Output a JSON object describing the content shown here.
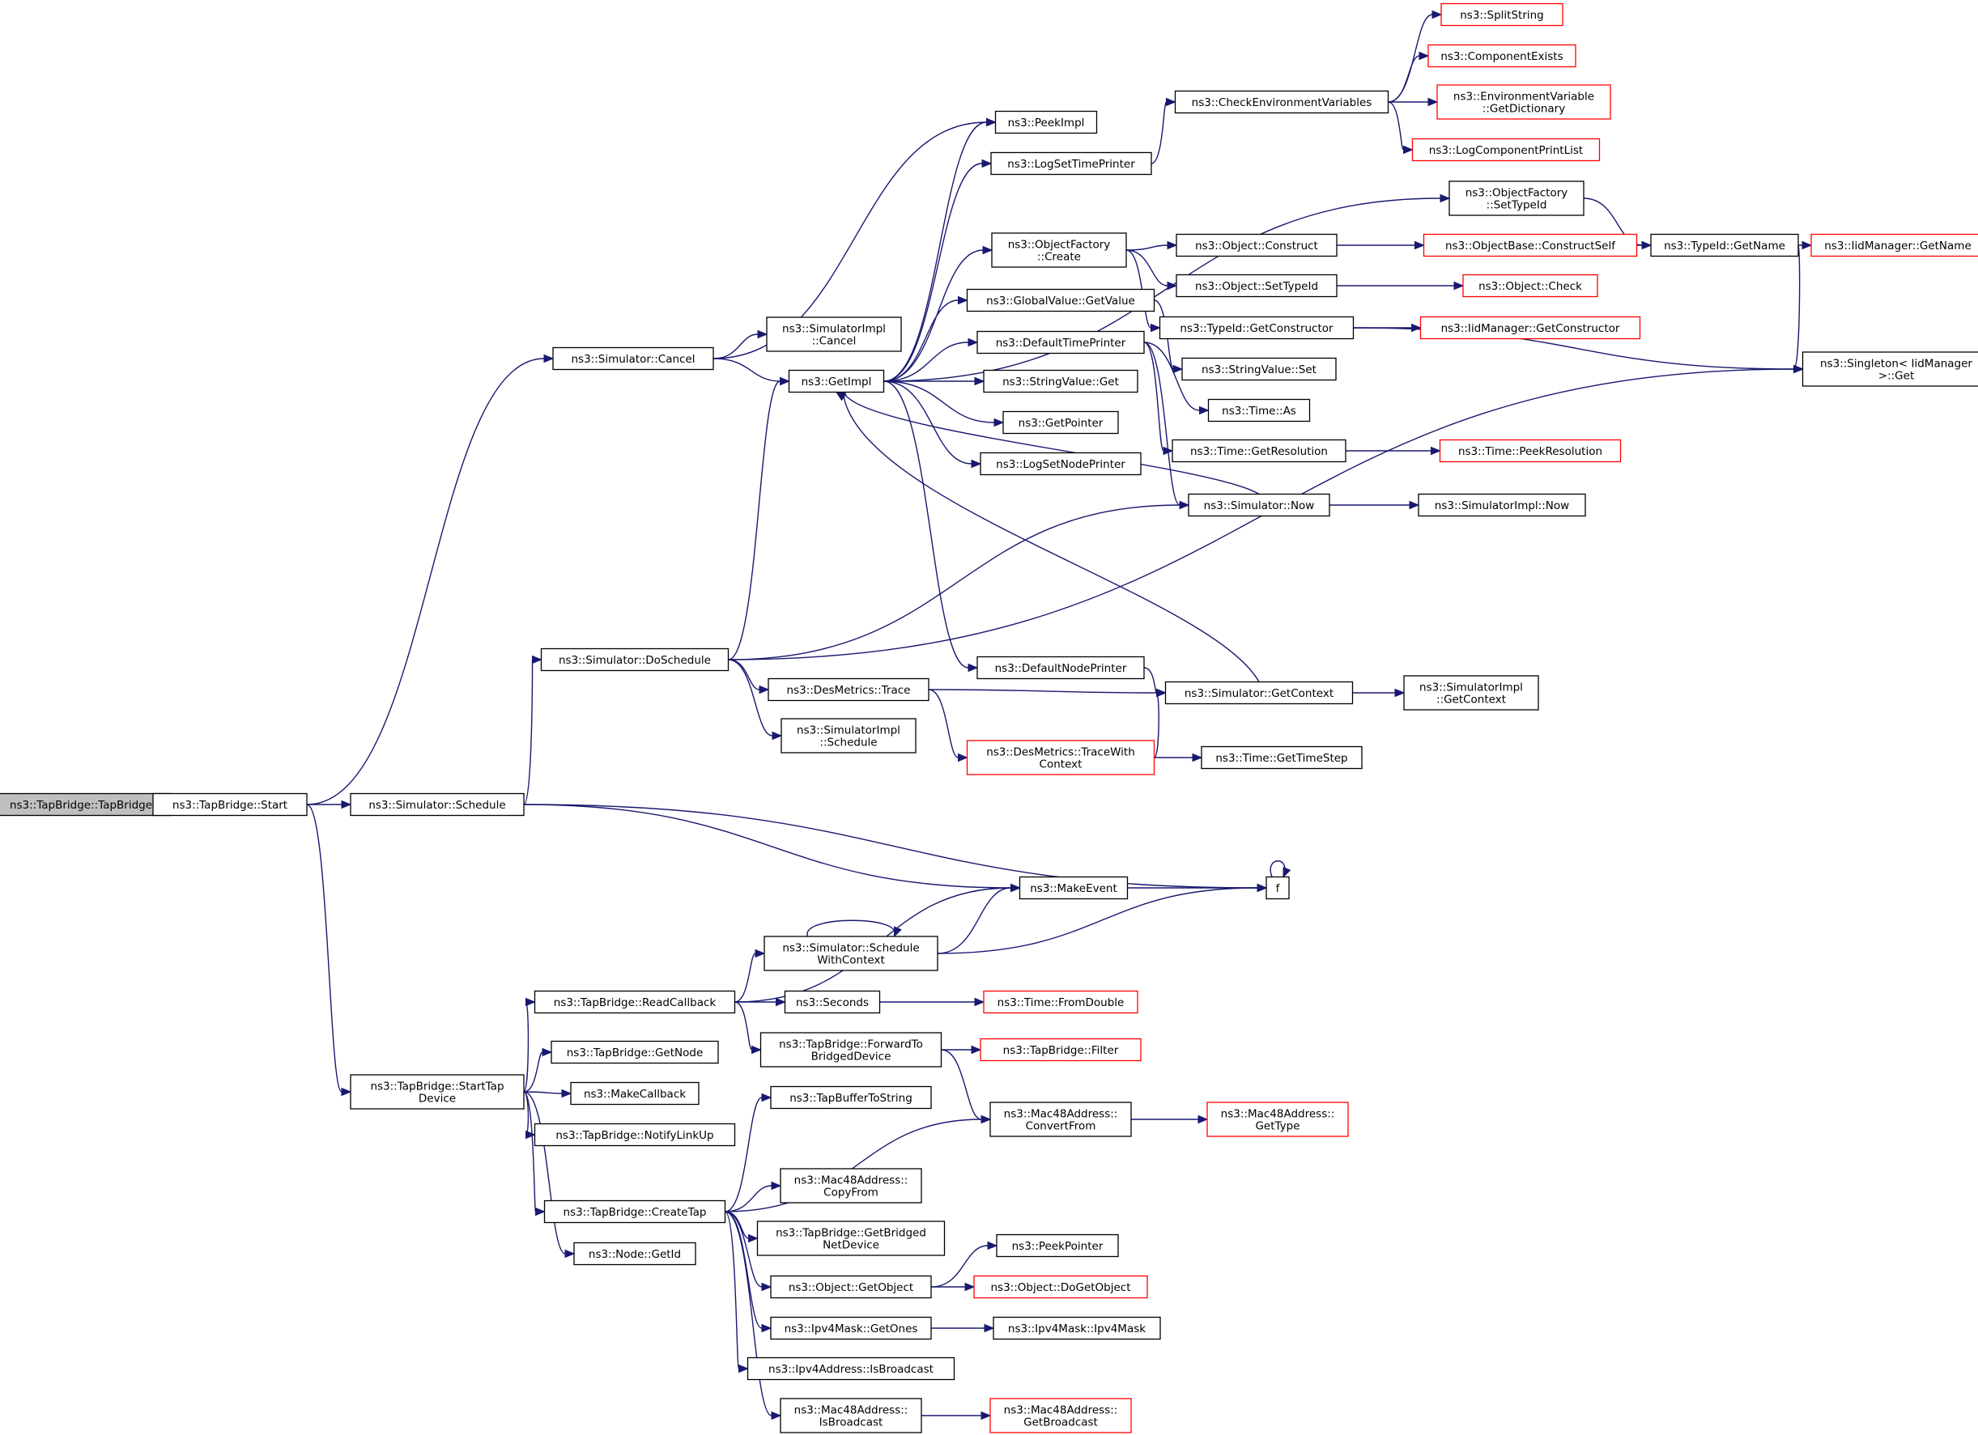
{
  "graph": {
    "title": "Call graph of ns3::TapBridge::TapBridge",
    "root": "ns3::TapBridge::TapBridge",
    "colors": {
      "edge": "#191970",
      "root_fill": "#bfbfbf",
      "node_border": "#000000",
      "truncated_border": "#ff0000"
    },
    "nodes": [
      {
        "id": "tapbridge",
        "lines": [
          "ns3::TapBridge::TapBridge"
        ],
        "style": "root"
      },
      {
        "id": "start",
        "lines": [
          "ns3::TapBridge::Start"
        ]
      },
      {
        "id": "sim_cancel",
        "lines": [
          "ns3::Simulator::Cancel"
        ]
      },
      {
        "id": "sim_schedule",
        "lines": [
          "ns3::Simulator::Schedule"
        ]
      },
      {
        "id": "starttap",
        "lines": [
          "ns3::TapBridge::StartTap",
          "Device"
        ]
      },
      {
        "id": "peekimpl",
        "lines": [
          "ns3::PeekImpl"
        ]
      },
      {
        "id": "simimpl_cancel",
        "lines": [
          "ns3::SimulatorImpl",
          "::Cancel"
        ]
      },
      {
        "id": "getimpl",
        "lines": [
          "ns3::GetImpl"
        ]
      },
      {
        "id": "logsettime",
        "lines": [
          "ns3::LogSetTimePrinter"
        ]
      },
      {
        "id": "checkenv",
        "lines": [
          "ns3::CheckEnvironmentVariables"
        ]
      },
      {
        "id": "splitstring",
        "lines": [
          "ns3::SplitString"
        ],
        "style": "red"
      },
      {
        "id": "compexists",
        "lines": [
          "ns3::ComponentExists"
        ],
        "style": "red"
      },
      {
        "id": "envvar",
        "lines": [
          "ns3::EnvironmentVariable",
          "::GetDictionary"
        ],
        "style": "red"
      },
      {
        "id": "logcompprint",
        "lines": [
          "ns3::LogComponentPrintList"
        ],
        "style": "red"
      },
      {
        "id": "of_settypeid",
        "lines": [
          "ns3::ObjectFactory",
          "::SetTypeId"
        ]
      },
      {
        "id": "of_create",
        "lines": [
          "ns3::ObjectFactory",
          "::Create"
        ]
      },
      {
        "id": "obj_construct",
        "lines": [
          "ns3::Object::Construct"
        ]
      },
      {
        "id": "objbase_constructself",
        "lines": [
          "ns3::ObjectBase::ConstructSelf"
        ],
        "style": "red"
      },
      {
        "id": "typeid_getname",
        "lines": [
          "ns3::TypeId::GetName"
        ]
      },
      {
        "id": "iid_getname",
        "lines": [
          "ns3::IidManager::GetName"
        ],
        "style": "red"
      },
      {
        "id": "obj_settypeid",
        "lines": [
          "ns3::Object::SetTypeId"
        ]
      },
      {
        "id": "obj_check",
        "lines": [
          "ns3::Object::Check"
        ],
        "style": "red"
      },
      {
        "id": "globalvalue",
        "lines": [
          "ns3::GlobalValue::GetValue"
        ]
      },
      {
        "id": "typeid_getconstructor",
        "lines": [
          "ns3::TypeId::GetConstructor"
        ]
      },
      {
        "id": "iid_getconstructor",
        "lines": [
          "ns3::IidManager::GetConstructor"
        ],
        "style": "red"
      },
      {
        "id": "singleton",
        "lines": [
          "ns3::Singleton< IidManager",
          ">::Get"
        ]
      },
      {
        "id": "deftimeprinter",
        "lines": [
          "ns3::DefaultTimePrinter"
        ]
      },
      {
        "id": "stringvalue_set",
        "lines": [
          "ns3::StringValue::Set"
        ]
      },
      {
        "id": "stringvalue_get",
        "lines": [
          "ns3::StringValue::Get"
        ]
      },
      {
        "id": "time_as",
        "lines": [
          "ns3::Time::As"
        ]
      },
      {
        "id": "getpointer",
        "lines": [
          "ns3::GetPointer"
        ]
      },
      {
        "id": "time_getres",
        "lines": [
          "ns3::Time::GetResolution"
        ]
      },
      {
        "id": "time_peekres",
        "lines": [
          "ns3::Time::PeekResolution"
        ],
        "style": "red"
      },
      {
        "id": "logsetnode",
        "lines": [
          "ns3::LogSetNodePrinter"
        ]
      },
      {
        "id": "sim_now",
        "lines": [
          "ns3::Simulator::Now"
        ]
      },
      {
        "id": "simimpl_now",
        "lines": [
          "ns3::SimulatorImpl::Now"
        ]
      },
      {
        "id": "sim_doschedule",
        "lines": [
          "ns3::Simulator::DoSchedule"
        ]
      },
      {
        "id": "defnodeprinter",
        "lines": [
          "ns3::DefaultNodePrinter"
        ]
      },
      {
        "id": "desmetrics_trace",
        "lines": [
          "ns3::DesMetrics::Trace"
        ]
      },
      {
        "id": "sim_getcontext",
        "lines": [
          "ns3::Simulator::GetContext"
        ]
      },
      {
        "id": "simimpl_getcontext",
        "lines": [
          "ns3::SimulatorImpl",
          "::GetContext"
        ]
      },
      {
        "id": "simimpl_schedule",
        "lines": [
          "ns3::SimulatorImpl",
          "::Schedule"
        ]
      },
      {
        "id": "desmetrics_tracewith",
        "lines": [
          "ns3::DesMetrics::TraceWith",
          "Context"
        ],
        "style": "red"
      },
      {
        "id": "time_gettimestep",
        "lines": [
          "ns3::Time::GetTimeStep"
        ]
      },
      {
        "id": "makeevent",
        "lines": [
          "ns3::MakeEvent"
        ]
      },
      {
        "id": "f",
        "lines": [
          "f"
        ]
      },
      {
        "id": "sim_schedwithctx",
        "lines": [
          "ns3::Simulator::Schedule",
          "WithContext"
        ]
      },
      {
        "id": "readcallback",
        "lines": [
          "ns3::TapBridge::ReadCallback"
        ]
      },
      {
        "id": "seconds",
        "lines": [
          "ns3::Seconds"
        ]
      },
      {
        "id": "time_fromdouble",
        "lines": [
          "ns3::Time::FromDouble"
        ],
        "style": "red"
      },
      {
        "id": "forwardto",
        "lines": [
          "ns3::TapBridge::ForwardTo",
          "BridgedDevice"
        ]
      },
      {
        "id": "tb_filter",
        "lines": [
          "ns3::TapBridge::Filter"
        ],
        "style": "red"
      },
      {
        "id": "tb_getnode",
        "lines": [
          "ns3::TapBridge::GetNode"
        ]
      },
      {
        "id": "makecallback",
        "lines": [
          "ns3::MakeCallback"
        ]
      },
      {
        "id": "tapbuffertostring",
        "lines": [
          "ns3::TapBufferToString"
        ]
      },
      {
        "id": "mac48_convertfrom",
        "lines": [
          "ns3::Mac48Address::",
          "ConvertFrom"
        ]
      },
      {
        "id": "mac48_gettype",
        "lines": [
          "ns3::Mac48Address::",
          "GetType"
        ],
        "style": "red"
      },
      {
        "id": "tb_notifylinkup",
        "lines": [
          "ns3::TapBridge::NotifyLinkUp"
        ]
      },
      {
        "id": "mac48_copyfrom",
        "lines": [
          "ns3::Mac48Address::",
          "CopyFrom"
        ]
      },
      {
        "id": "createtap",
        "lines": [
          "ns3::TapBridge::CreateTap"
        ]
      },
      {
        "id": "tb_getbridged",
        "lines": [
          "ns3::TapBridge::GetBridged",
          "NetDevice"
        ]
      },
      {
        "id": "node_getid",
        "lines": [
          "ns3::Node::GetId"
        ]
      },
      {
        "id": "peekpointer",
        "lines": [
          "ns3::PeekPointer"
        ]
      },
      {
        "id": "obj_getobject",
        "lines": [
          "ns3::Object::GetObject"
        ]
      },
      {
        "id": "obj_dogetobject",
        "lines": [
          "ns3::Object::DoGetObject"
        ],
        "style": "red"
      },
      {
        "id": "ipv4mask_getones",
        "lines": [
          "ns3::Ipv4Mask::GetOnes"
        ]
      },
      {
        "id": "ipv4mask_ipv4mask",
        "lines": [
          "ns3::Ipv4Mask::Ipv4Mask"
        ]
      },
      {
        "id": "ipv4addr_isbroadcast",
        "lines": [
          "ns3::Ipv4Address::IsBroadcast"
        ]
      },
      {
        "id": "mac48_isbroadcast",
        "lines": [
          "ns3::Mac48Address::",
          "IsBroadcast"
        ]
      },
      {
        "id": "mac48_getbroadcast",
        "lines": [
          "ns3::Mac48Address::",
          "GetBroadcast"
        ],
        "style": "red"
      }
    ],
    "edges": [
      [
        "tapbridge",
        "start"
      ],
      [
        "start",
        "sim_cancel"
      ],
      [
        "start",
        "sim_schedule"
      ],
      [
        "start",
        "starttap"
      ],
      [
        "sim_cancel",
        "peekimpl"
      ],
      [
        "sim_cancel",
        "simimpl_cancel"
      ],
      [
        "sim_cancel",
        "getimpl"
      ],
      [
        "getimpl",
        "peekimpl"
      ],
      [
        "getimpl",
        "logsettime"
      ],
      [
        "getimpl",
        "of_settypeid"
      ],
      [
        "getimpl",
        "of_create"
      ],
      [
        "getimpl",
        "globalvalue"
      ],
      [
        "getimpl",
        "deftimeprinter"
      ],
      [
        "getimpl",
        "stringvalue_get"
      ],
      [
        "getimpl",
        "getpointer"
      ],
      [
        "getimpl",
        "logsetnode"
      ],
      [
        "getimpl",
        "defnodeprinter"
      ],
      [
        "logsettime",
        "checkenv"
      ],
      [
        "checkenv",
        "splitstring"
      ],
      [
        "checkenv",
        "compexists"
      ],
      [
        "checkenv",
        "envvar"
      ],
      [
        "checkenv",
        "logcompprint"
      ],
      [
        "of_settypeid",
        "typeid_getname"
      ],
      [
        "of_create",
        "obj_construct"
      ],
      [
        "of_create",
        "obj_settypeid"
      ],
      [
        "of_create",
        "typeid_getconstructor"
      ],
      [
        "obj_construct",
        "objbase_constructself"
      ],
      [
        "objbase_constructself",
        "typeid_getname"
      ],
      [
        "typeid_getname",
        "iid_getname"
      ],
      [
        "typeid_getname",
        "singleton"
      ],
      [
        "obj_settypeid",
        "obj_check"
      ],
      [
        "typeid_getconstructor",
        "iid_getconstructor"
      ],
      [
        "typeid_getconstructor",
        "singleton"
      ],
      [
        "globalvalue",
        "stringvalue_set"
      ],
      [
        "deftimeprinter",
        "time_as"
      ],
      [
        "deftimeprinter",
        "time_getres"
      ],
      [
        "deftimeprinter",
        "sim_now"
      ],
      [
        "time_getres",
        "time_peekres"
      ],
      [
        "sim_now",
        "getimpl"
      ],
      [
        "sim_now",
        "simimpl_now"
      ],
      [
        "sim_schedule",
        "sim_doschedule"
      ],
      [
        "sim_schedule",
        "makeevent"
      ],
      [
        "sim_schedule",
        "f"
      ],
      [
        "sim_doschedule",
        "getimpl"
      ],
      [
        "sim_doschedule",
        "sim_now"
      ],
      [
        "sim_doschedule",
        "singleton"
      ],
      [
        "sim_doschedule",
        "desmetrics_trace"
      ],
      [
        "sim_doschedule",
        "simimpl_schedule"
      ],
      [
        "defnodeprinter",
        "sim_getcontext"
      ],
      [
        "desmetrics_trace",
        "sim_getcontext"
      ],
      [
        "desmetrics_trace",
        "desmetrics_tracewith"
      ],
      [
        "sim_getcontext",
        "getimpl"
      ],
      [
        "sim_getcontext",
        "simimpl_getcontext"
      ],
      [
        "desmetrics_tracewith",
        "sim_getcontext"
      ],
      [
        "desmetrics_tracewith",
        "time_gettimestep"
      ],
      [
        "makeevent",
        "f"
      ],
      [
        "f",
        "f"
      ],
      [
        "sim_schedwithctx",
        "sim_schedwithctx"
      ],
      [
        "sim_schedwithctx",
        "makeevent"
      ],
      [
        "sim_schedwithctx",
        "f"
      ],
      [
        "starttap",
        "readcallback"
      ],
      [
        "starttap",
        "tb_getnode"
      ],
      [
        "starttap",
        "makecallback"
      ],
      [
        "starttap",
        "tb_notifylinkup"
      ],
      [
        "starttap",
        "createtap"
      ],
      [
        "starttap",
        "node_getid"
      ],
      [
        "readcallback",
        "makeevent"
      ],
      [
        "readcallback",
        "sim_schedwithctx"
      ],
      [
        "readcallback",
        "seconds"
      ],
      [
        "readcallback",
        "forwardto"
      ],
      [
        "seconds",
        "time_fromdouble"
      ],
      [
        "forwardto",
        "tb_filter"
      ],
      [
        "forwardto",
        "mac48_convertfrom"
      ],
      [
        "mac48_convertfrom",
        "mac48_gettype"
      ],
      [
        "createtap",
        "tapbuffertostring"
      ],
      [
        "createtap",
        "mac48_convertfrom"
      ],
      [
        "createtap",
        "mac48_copyfrom"
      ],
      [
        "createtap",
        "tb_getbridged"
      ],
      [
        "createtap",
        "obj_getobject"
      ],
      [
        "createtap",
        "ipv4mask_getones"
      ],
      [
        "createtap",
        "ipv4addr_isbroadcast"
      ],
      [
        "createtap",
        "mac48_isbroadcast"
      ],
      [
        "obj_getobject",
        "peekpointer"
      ],
      [
        "obj_getobject",
        "obj_dogetobject"
      ],
      [
        "ipv4mask_getones",
        "ipv4mask_ipv4mask"
      ],
      [
        "mac48_isbroadcast",
        "mac48_getbroadcast"
      ]
    ]
  }
}
